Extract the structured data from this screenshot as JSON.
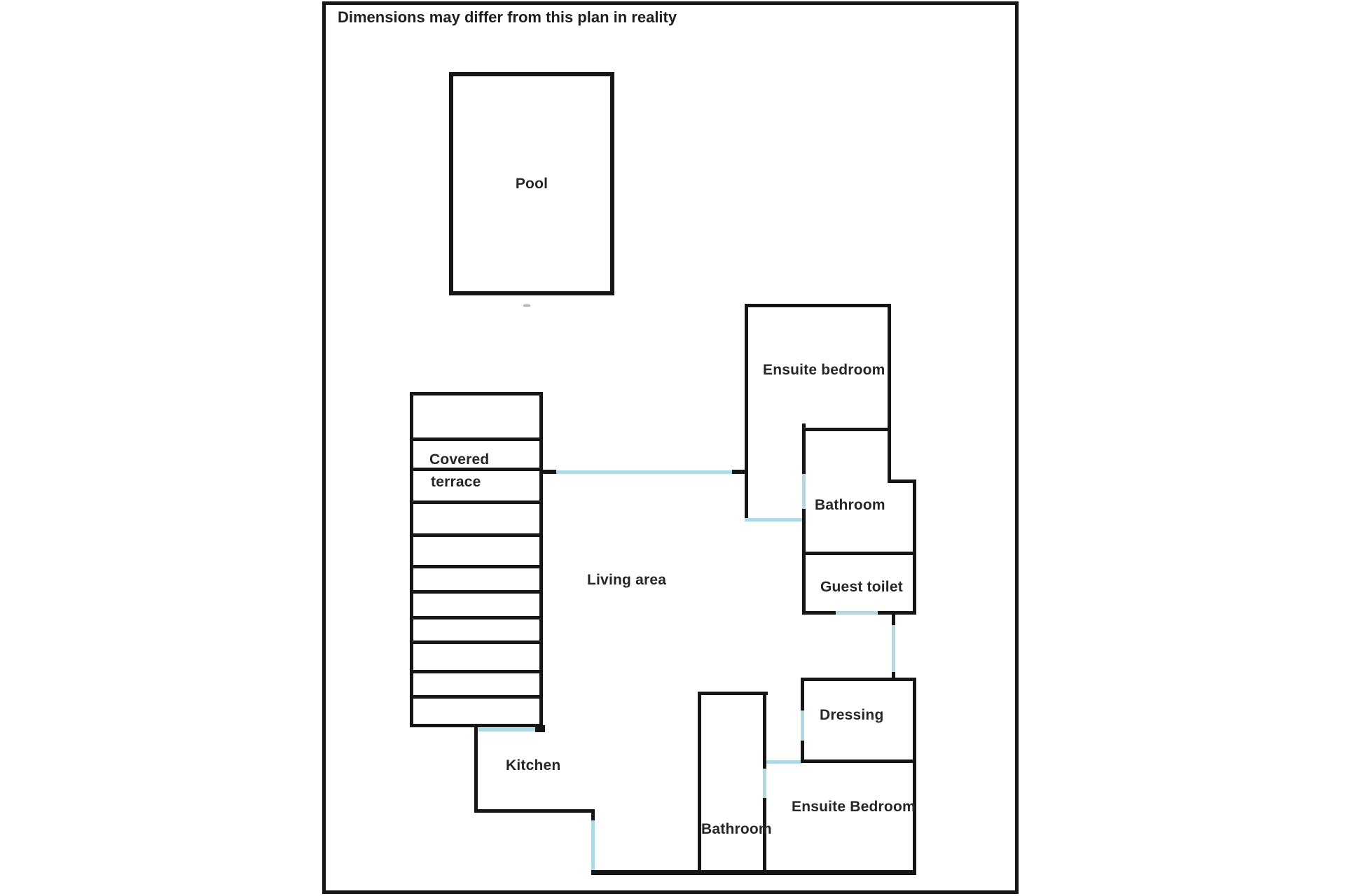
{
  "disclaimer": "Dimensions may differ from this plan in reality",
  "colors": {
    "wall": "#161616",
    "door_opening": "#b0d9e6",
    "text": "#262626",
    "background": "#ffffff"
  },
  "rooms": {
    "pool": {
      "label": "Pool"
    },
    "covered_terrace": {
      "label_line1": "Covered",
      "label_line2": "terrace"
    },
    "living_area": {
      "label": "Living area"
    },
    "kitchen": {
      "label": "Kitchen"
    },
    "ensuite_bedroom_top": {
      "label": "Ensuite bedroom"
    },
    "bathroom_top": {
      "label": "Bathroom"
    },
    "guest_toilet": {
      "label": "Guest toilet"
    },
    "dressing": {
      "label": "Dressing"
    },
    "ensuite_bedroom_bottom": {
      "label": "Ensuite Bedroom"
    },
    "bathroom_bottom": {
      "label": "Bathroom"
    }
  }
}
